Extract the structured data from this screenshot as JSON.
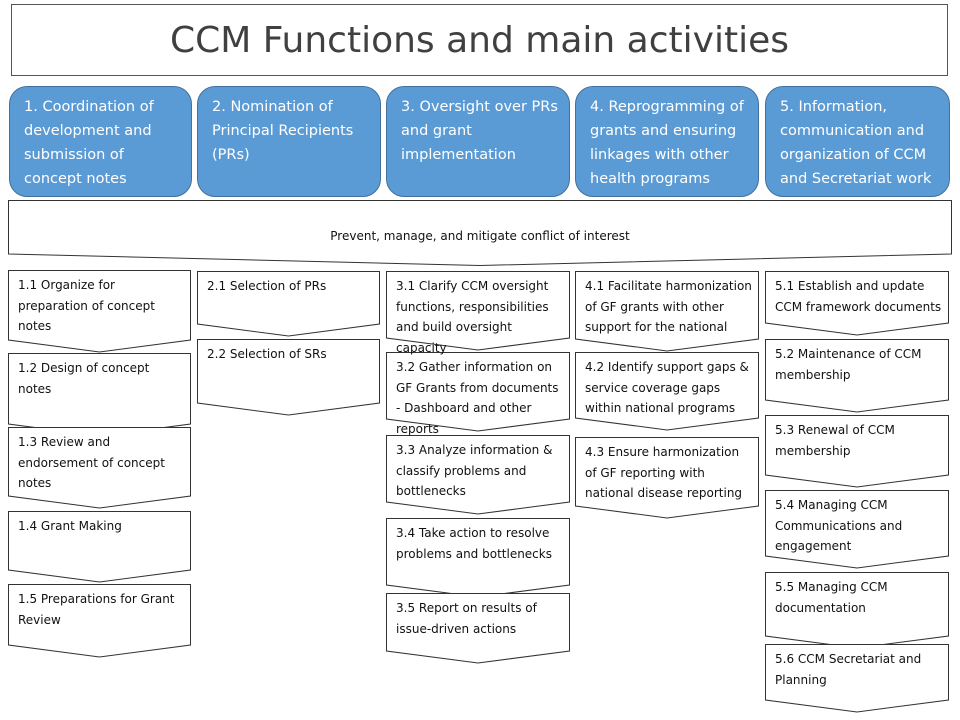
{
  "title": "CCM Functions and main activities",
  "colors": {
    "function_fill": "#5b9bd5",
    "function_border": "#41719c",
    "box_stroke": "#333333"
  },
  "functions": [
    {
      "label": "1.  Coordination of development and submission of concept notes"
    },
    {
      "label": "2. Nomination of Principal Recipients (PRs)"
    },
    {
      "label": "3. Oversight over PRs and grant implementation"
    },
    {
      "label": "4. Reprogramming of grants and ensuring linkages with other health programs"
    },
    {
      "label": "5. Information, communication and organization of CCM and Secretariat work"
    }
  ],
  "conflict_band": "Prevent, manage, and mitigate conflict of interest",
  "activities": [
    [
      "1.1 Organize for preparation of concept notes",
      "1.2 Design of concept notes",
      "1.3 Review and endorsement of concept notes",
      "1.4 Grant Making",
      "1.5 Preparations for Grant Review"
    ],
    [
      "2.1 Selection of PRs",
      "2.2 Selection of SRs"
    ],
    [
      "3.1 Clarify CCM oversight functions, responsibilities and build oversight capacity",
      "3.2 Gather information on GF Grants from documents - Dashboard and other reports",
      "3.3 Analyze information & classify problems and bottlenecks",
      "3.4 Take action to resolve problems and bottlenecks",
      "3.5 Report on results of issue-driven actions"
    ],
    [
      "4.1 Facilitate harmonization of GF grants with other support for the national",
      "4.2 Identify support gaps & service coverage gaps within national programs",
      "4.3 Ensure harmonization of GF reporting with national disease reporting"
    ],
    [
      "5.1 Establish and update CCM framework documents",
      "5.2 Maintenance of CCM membership",
      "5.3 Renewal of CCM membership",
      "5.4 Managing CCM Communications and engagement",
      "5.5 Managing CCM documentation",
      "5.6 CCM Secretariat and Planning"
    ]
  ]
}
